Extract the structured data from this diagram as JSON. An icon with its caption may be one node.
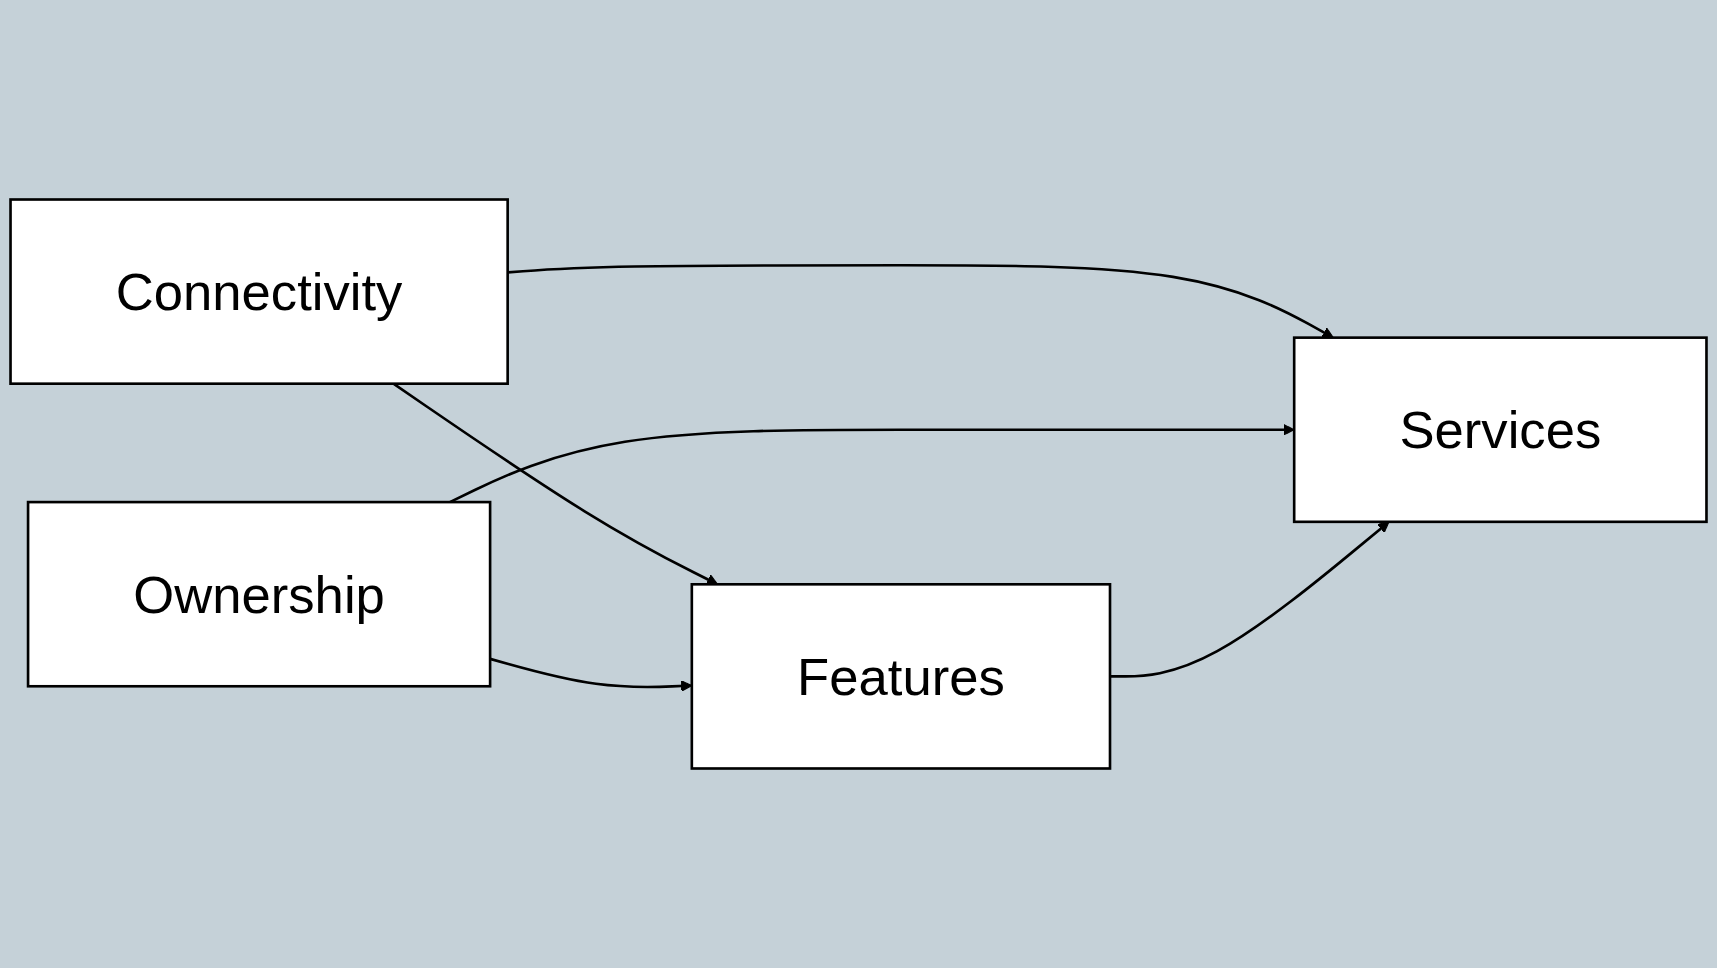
{
  "diagram": {
    "nodes": [
      {
        "text": [
          "Connectivity"
        ]
      },
      {
        "text": [
          "Ownership"
        ]
      },
      {
        "text": [
          "Services"
        ]
      },
      {
        "text": [
          "Features"
        ]
      }
    ],
    "edges": [
      {
        "from": 0,
        "to": 2,
        "arrow": "to"
      },
      {
        "from": 0,
        "to": 3,
        "arrow": "to"
      },
      {
        "from": 1,
        "to": 2,
        "arrow": "to"
      },
      {
        "from": 1,
        "to": 3,
        "arrow": "to"
      },
      {
        "from": 3,
        "to": 2,
        "arrow": "to"
      }
    ]
  }
}
